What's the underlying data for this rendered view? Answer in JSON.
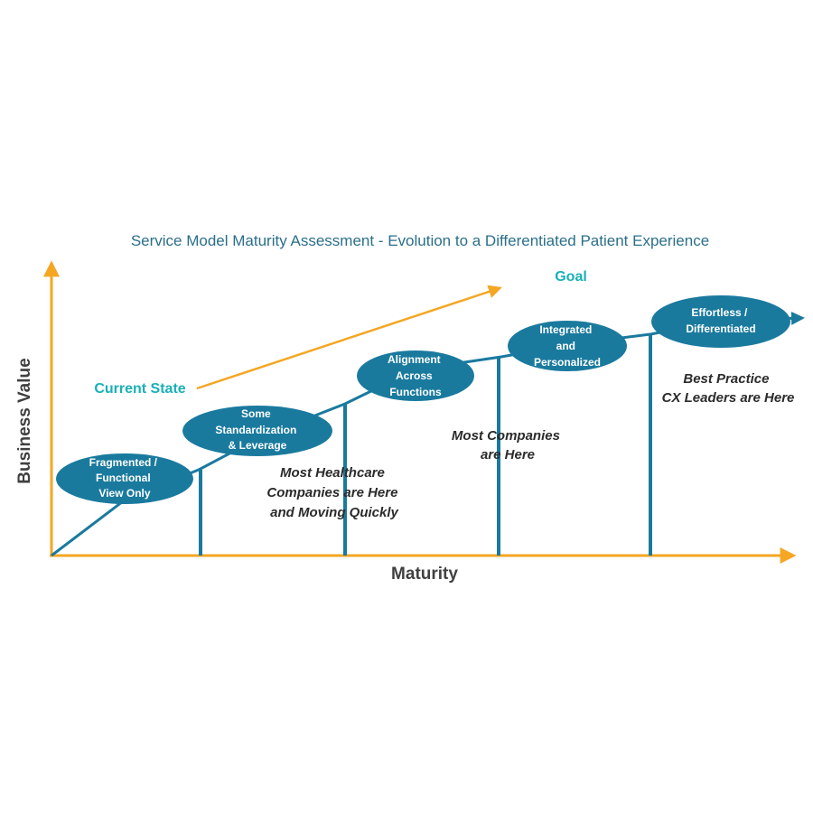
{
  "title": "Service Model Maturity Assessment - Evolution to a Differentiated Patient Experience",
  "axes": {
    "x_label": "Maturity",
    "y_label": "Business Value"
  },
  "trend": {
    "start_label": "Current State",
    "end_label": "Goal"
  },
  "stages": [
    {
      "lines": [
        "Fragmented /",
        "Functional",
        "View Only"
      ]
    },
    {
      "lines": [
        "Some",
        "Standardization",
        "& Leverage"
      ]
    },
    {
      "lines": [
        "Alignment",
        "Across",
        "Functions"
      ]
    },
    {
      "lines": [
        "Integrated",
        "and",
        "Personalized"
      ]
    },
    {
      "lines": [
        "Effortless /",
        "Differentiated"
      ]
    }
  ],
  "notes": [
    {
      "lines": [
        "Most Healthcare",
        "Companies are Here",
        "and Moving Quickly"
      ]
    },
    {
      "lines": [
        "Most Companies",
        "are Here"
      ]
    },
    {
      "lines": [
        "Best Practice",
        "CX Leaders are Here"
      ]
    }
  ],
  "colors": {
    "axis": "#f5a623",
    "stage": "#1a7a9e",
    "title": "#2a6f8a",
    "goal": "#1ab0b8"
  }
}
